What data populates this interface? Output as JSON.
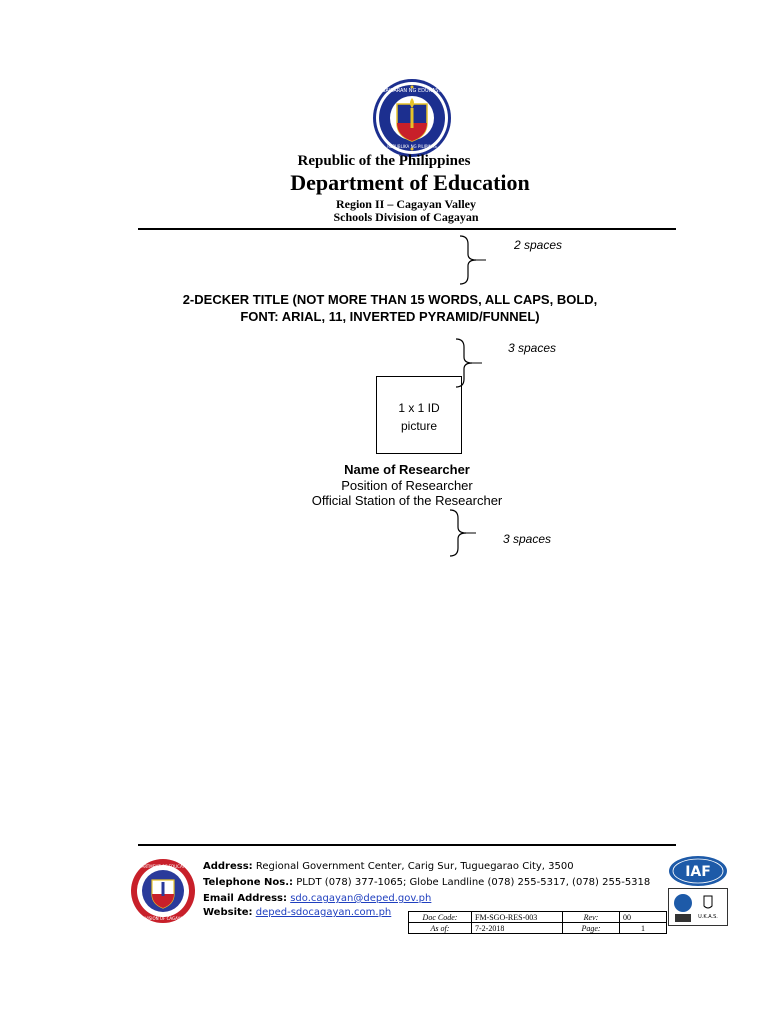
{
  "header": {
    "republic": "Republic of the Philippines",
    "department": "Department of Education",
    "region": "Region II – Cagayan Valley",
    "division": "Schools Division of Cagayan",
    "seal_top_text": "KAGAWARAN NG EDUKASYON",
    "seal_bottom_text": "REPUBLIKA NG PILIPINAS"
  },
  "notes": {
    "after_header": "2 spaces",
    "after_title": "3 spaces",
    "after_researcher": "3 spaces"
  },
  "title": {
    "line1": "2-DECKER TITLE (NOT MORE THAN 15 WORDS, ALL CAPS, BOLD,",
    "line2": "FONT: ARIAL, 11, INVERTED PYRAMID/FUNNEL)"
  },
  "id_picture": {
    "line1": "1 x 1 ID",
    "line2": "picture"
  },
  "researcher": {
    "name": "Name of Researcher",
    "position": "Position of Researcher",
    "station": "Official Station of the Researcher"
  },
  "footer": {
    "address_label": "Address:",
    "address_value": "Regional Government Center, Carig Sur, Tuguegarao City, 3500",
    "tel_label": "Telephone Nos.:",
    "tel_value": "PLDT (078) 377-1065; Globe Landline (078) 255-5317, (078) 255-5318",
    "email_label": "Email Address:",
    "email_value": "sdo.cagayan@deped.gov.ph",
    "website_label": "Website:",
    "website_value": "deped-sdocagayan.com.ph",
    "logo_top_text": "DEPARTMENT OF EDUCATION",
    "logo_bottom_text": "DIVISION OF CAGAYAN",
    "iaf_text": "IAF",
    "cert_text": "U.K.A.S."
  },
  "doc_control": {
    "doc_code_label": "Doc Code:",
    "doc_code_value": "FM-SGO-RES-003",
    "rev_label": "Rev:",
    "rev_value": "00",
    "as_of_label": "As of:",
    "as_of_value": "7-2-2018",
    "page_label": "Page:",
    "page_value": "1"
  },
  "colors": {
    "seal_blue": "#1c2f8f",
    "seal_red": "#c8202a",
    "seal_gold": "#e6c229",
    "link_blue": "#1f3fbf",
    "iaf_blue": "#1d5aa8"
  }
}
